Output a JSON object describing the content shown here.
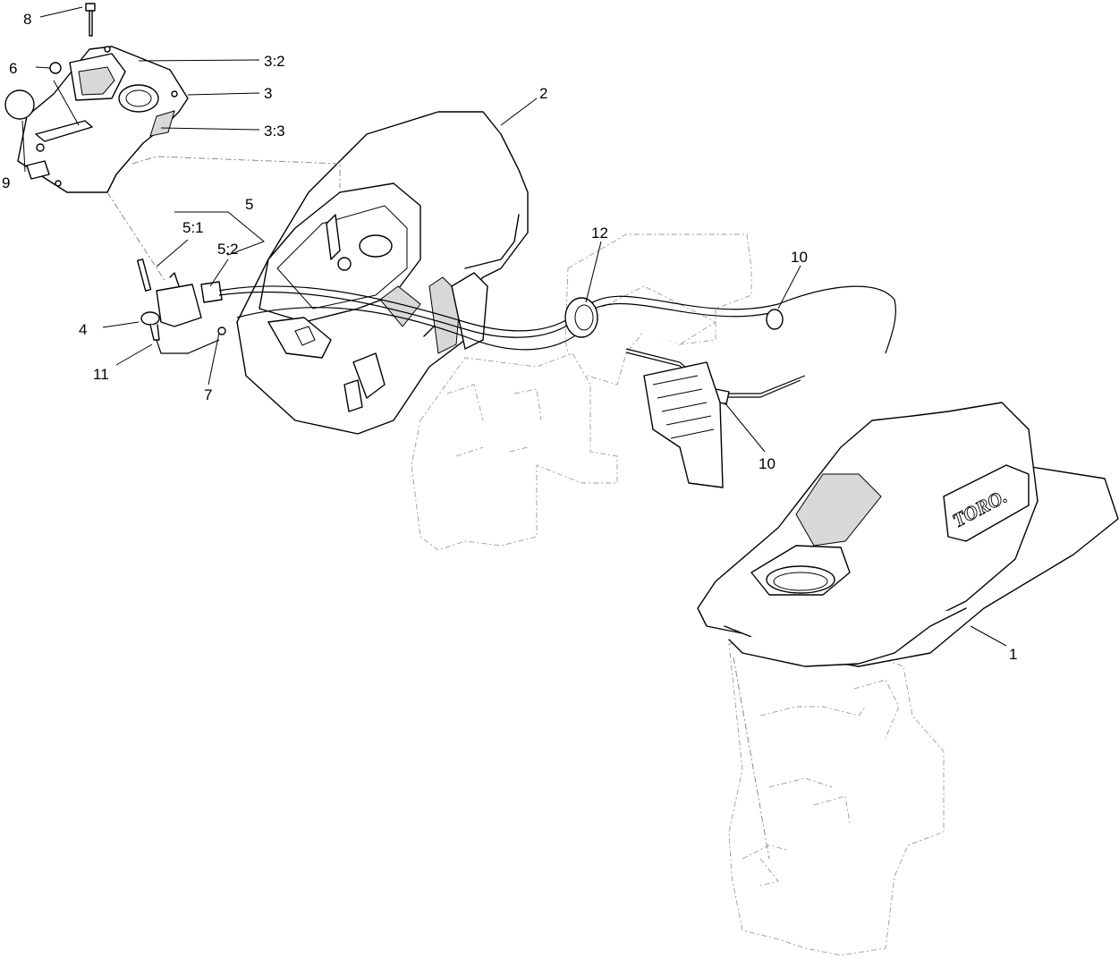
{
  "diagram": {
    "brand_mark": "TORO.",
    "callouts": {
      "c1": "1",
      "c2": "2",
      "c3": "3",
      "c3_2": "3:2",
      "c3_3": "3:3",
      "c4": "4",
      "c5": "5",
      "c5_1": "5:1",
      "c5_2": "5:2",
      "c6": "6",
      "c7": "7",
      "c8": "8",
      "c9": "9",
      "c10a": "10",
      "c10b": "10",
      "c11": "11",
      "c12": "12"
    }
  }
}
